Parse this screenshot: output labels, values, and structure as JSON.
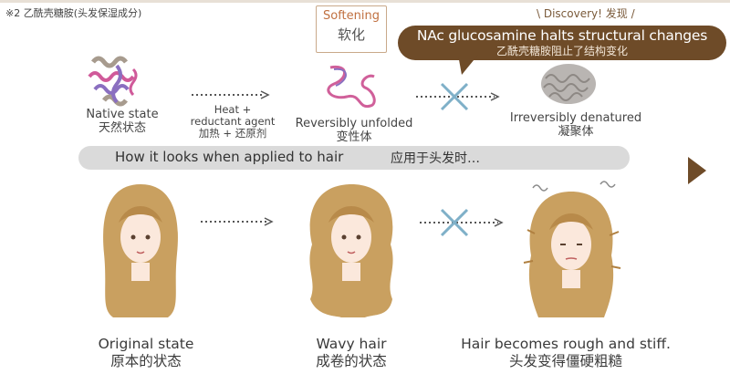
{
  "footnote": "※2 乙酰壳糖胺(头发保湿成分)",
  "softening": {
    "en": "Softening",
    "zh": "软化"
  },
  "discovery": {
    "label": "\\ Discovery! 发现 /"
  },
  "callout": {
    "en": "NAc glucosamine halts structural changes",
    "zh": "乙酰壳糖胺阻止了结构变化"
  },
  "stages": {
    "native": {
      "en": "Native state",
      "zh": "天然状态"
    },
    "heat": {
      "en_line1": "Heat +",
      "en_line2": "reductant agent",
      "zh": "加热 + 还原剂"
    },
    "unfolded": {
      "en": "Reversibly unfolded",
      "zh": "变性体"
    },
    "denatured": {
      "en": "Irreversibly denatured",
      "zh": "凝聚体"
    }
  },
  "banner": {
    "en": "How it looks when applied to hair",
    "zh": "应用于头发时…"
  },
  "hair": {
    "original": {
      "en": "Original state",
      "zh": "原本的状态"
    },
    "wavy": {
      "en": "Wavy hair",
      "zh": "成卷的状态"
    },
    "rough": {
      "en": "Hair becomes rough and stiff.",
      "zh": "头发变得僵硬粗糙"
    }
  },
  "colors": {
    "accent_brown": "#6e4b28",
    "cross_blue": "#7fb0c8",
    "hair_gold": "#c9a060",
    "banner_gray": "#dadada"
  }
}
